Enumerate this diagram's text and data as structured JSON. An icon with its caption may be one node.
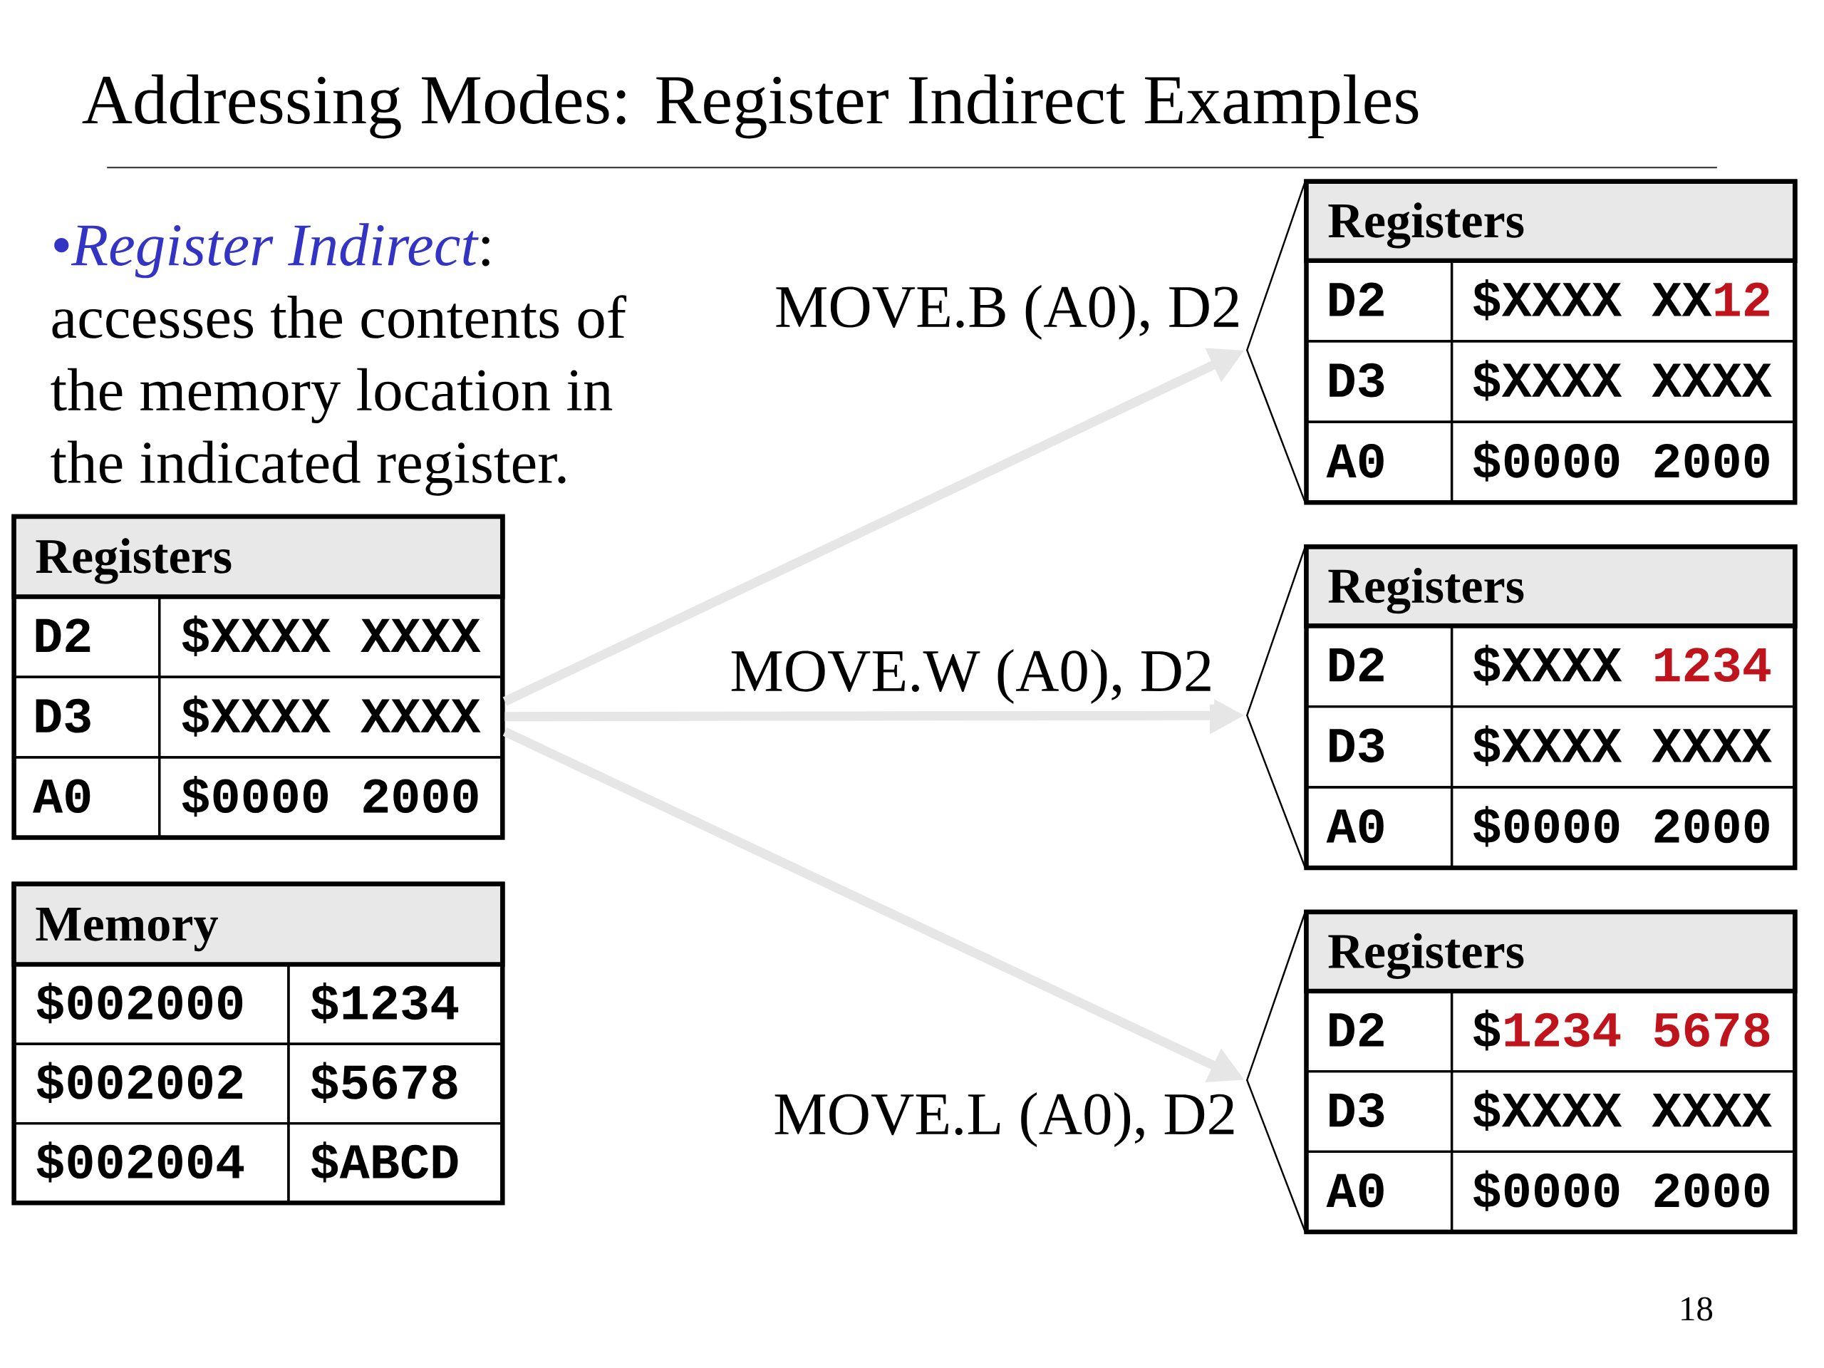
{
  "diagram": {
    "title": "Addressing Modes: Register Indirect Examples",
    "nodes": [
      {
        "text": [
          "Registers",
          "D2",
          "$XXXX XXXX",
          "D3",
          "$XXXX XXXX",
          "A0",
          "$0000 2000"
        ]
      },
      {
        "text": [
          "Memory",
          "$002000",
          "$1234",
          "$002002",
          "$5678",
          "$002004",
          "$ABCD"
        ]
      },
      {
        "text": [
          "Registers",
          "D2",
          "$XXXX XX12",
          "D3",
          "$XXXX XXXX",
          "A0",
          "$0000 2000"
        ]
      },
      {
        "text": [
          "Registers",
          "D2",
          "$XXXX 1234",
          "D3",
          "$XXXX XXXX",
          "A0",
          "$0000 2000"
        ]
      },
      {
        "text": [
          "Registers",
          "D2",
          "$1234 5678",
          "D3",
          "$XXXX XXXX",
          "A0",
          "$0000 2000"
        ]
      }
    ],
    "edges": [
      {
        "from": 0,
        "to": 2,
        "arrow": "to",
        "label": "MOVE.B (A0), D2"
      },
      {
        "from": 0,
        "to": 3,
        "arrow": "to",
        "label": "MOVE.W (A0), D2"
      },
      {
        "from": 0,
        "to": 4,
        "arrow": "to",
        "label": "MOVE.L (A0), D2"
      }
    ],
    "labels": [
      "*•Register Indirect*: accesses the contents of the memory location in the indicated register.",
      "18"
    ]
  }
}
